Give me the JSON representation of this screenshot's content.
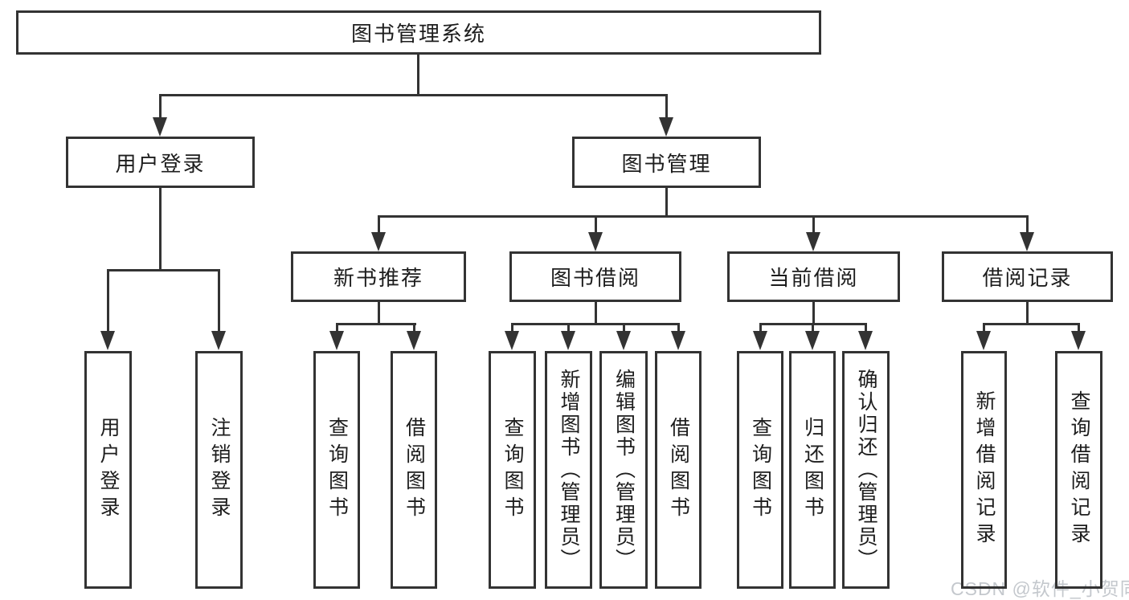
{
  "title": "图书管理系统",
  "tree": {
    "label": "图书管理系统",
    "children": [
      {
        "label": "用户登录",
        "children": [
          {
            "label": "用户登录"
          },
          {
            "label": "注销登录"
          }
        ]
      },
      {
        "label": "图书管理",
        "children": [
          {
            "label": "新书推荐",
            "children": [
              {
                "label": "查询图书"
              },
              {
                "label": "借阅图书"
              }
            ]
          },
          {
            "label": "图书借阅",
            "children": [
              {
                "label": "查询图书"
              },
              {
                "label": "新增图书（管理员）"
              },
              {
                "label": "编辑图书（管理员）"
              },
              {
                "label": "借阅图书"
              }
            ]
          },
          {
            "label": "当前借阅",
            "children": [
              {
                "label": "查询图书"
              },
              {
                "label": "归还图书"
              },
              {
                "label": "确认归还（管理员）"
              }
            ]
          },
          {
            "label": "借阅记录",
            "children": [
              {
                "label": "新增借阅记录"
              },
              {
                "label": "查询借阅记录"
              }
            ]
          }
        ]
      }
    ]
  },
  "watermark": "CSDN @软件_小贺同学",
  "colors": {
    "line": "#333333",
    "text": "#1d1d1d",
    "watermark": "#c4c8cd",
    "background": "#ffffff"
  }
}
